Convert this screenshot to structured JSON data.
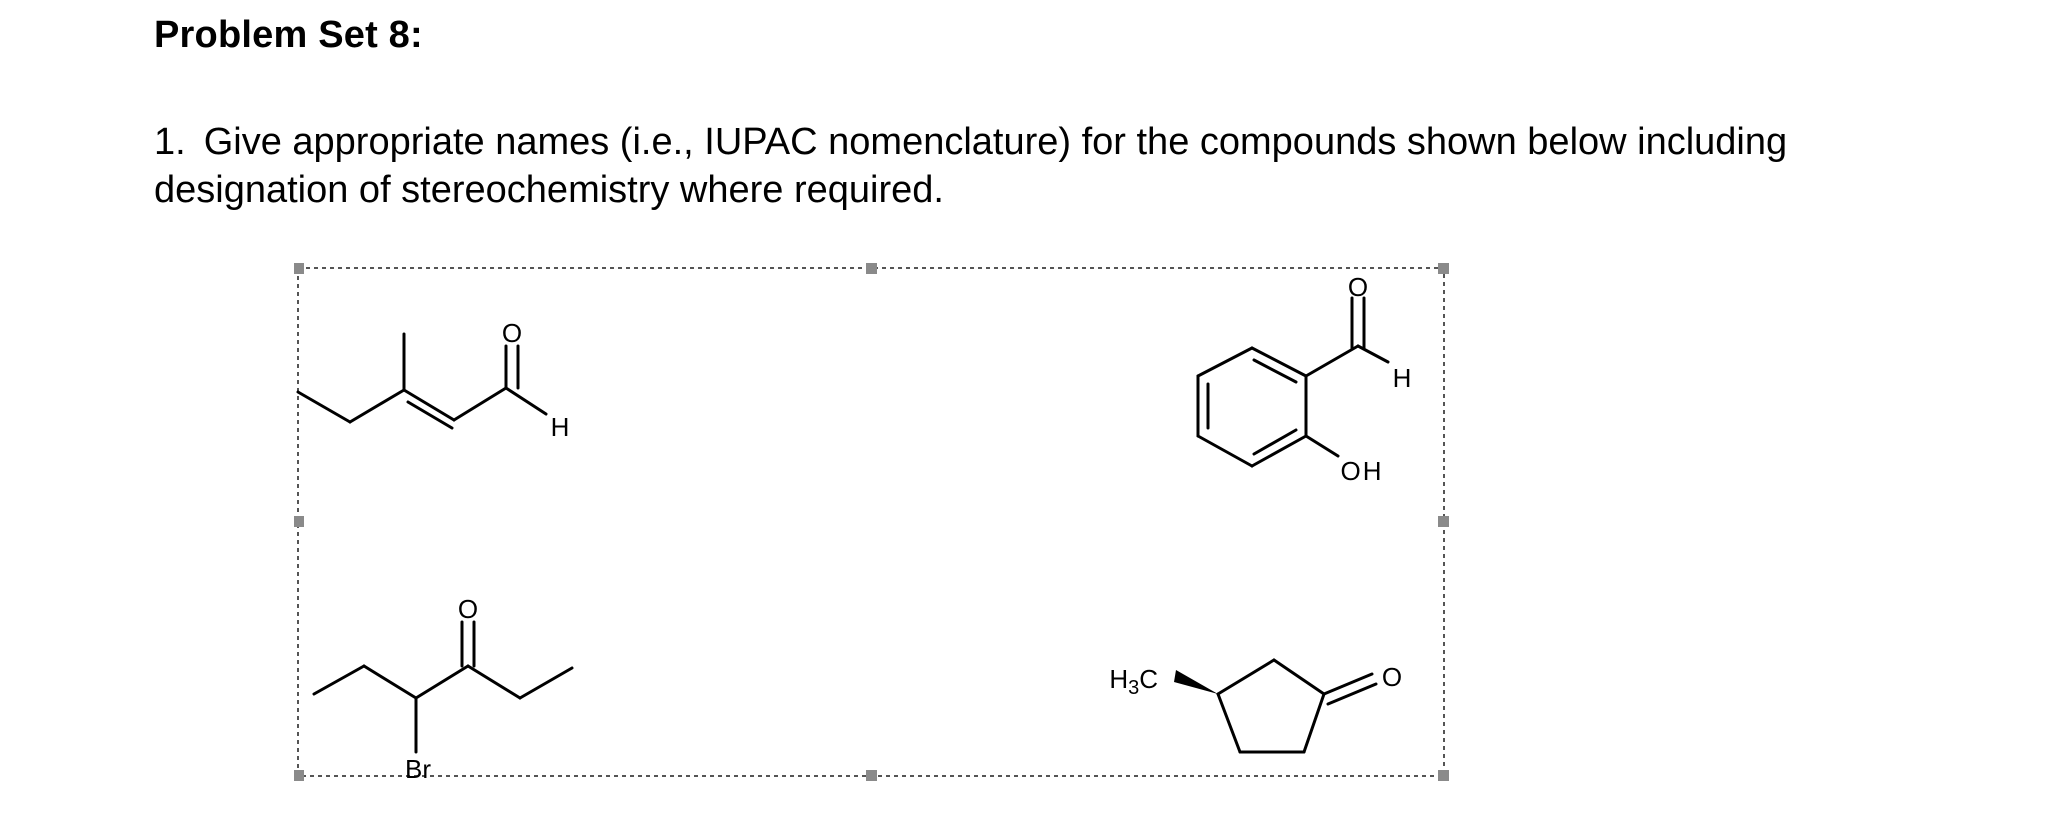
{
  "document": {
    "title": "Problem Set 8:",
    "question": {
      "number": "1.",
      "text_line1": "Give appropriate names (i.e., IUPAC nomenclature) for the compounds shown below including",
      "text_line2": "designation of stereochemistry where required."
    }
  },
  "structures": [
    {
      "id": "compound-1",
      "labels": {
        "oxygen": "O",
        "hydrogen": "H"
      }
    },
    {
      "id": "compound-2",
      "labels": {
        "oxygen": "O",
        "hydrogen": "H",
        "hydroxyl": "OH"
      }
    },
    {
      "id": "compound-3",
      "labels": {
        "oxygen": "O",
        "bromine": "Br"
      }
    },
    {
      "id": "compound-4",
      "labels": {
        "methyl_h": "H",
        "methyl_sub": "3",
        "methyl_c": "C",
        "oxygen": "O"
      }
    }
  ]
}
